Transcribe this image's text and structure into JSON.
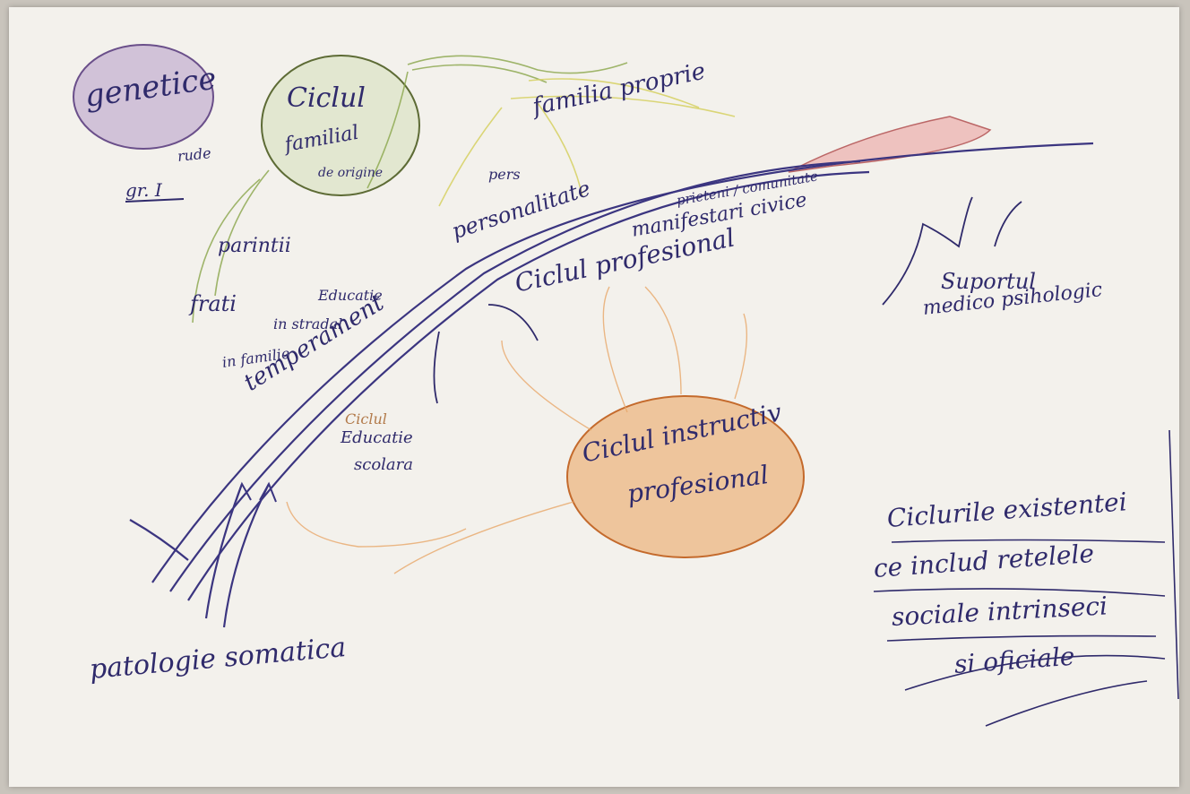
{
  "nodes": {
    "genetice": "genetice",
    "rude": "rude",
    "gradul": "gr. I",
    "ciclul_familial": [
      "Ciclul",
      "familial",
      "de origine"
    ],
    "familia_proprie": "familia proprie",
    "pers": "pers",
    "ciclul_instructiv": [
      "Ciclul instructiv",
      "profesional"
    ],
    "patologie": "patologie somatica",
    "parintii": "parintii",
    "frati": "frati",
    "educatie_stradal": [
      "Educatie",
      "in stradal"
    ],
    "in_familie": "in familie",
    "temperament": "temperament",
    "personalitate": "personalitate",
    "prieteni": "prieteni / comunitate",
    "manifestari": "manifestari civice",
    "ciclul_profesional": "Ciclul profesional",
    "ciclul_educatie": [
      "Ciclul",
      "Educatie",
      "scolara"
    ],
    "suportul": [
      "Suportul",
      "medico psihologic"
    ],
    "summary": [
      "Ciclurile existentei",
      "ce includ retelele",
      "sociale intrinseci",
      "si oficiale"
    ]
  },
  "colors": {
    "ink": "#2f2a6b",
    "purple": "#9a7fb0",
    "green": "#7f9a3c",
    "yellow": "#d9d56a",
    "orange": "#e8a25a",
    "pink": "#e6a0a0",
    "paper": "#f3f1ec"
  }
}
